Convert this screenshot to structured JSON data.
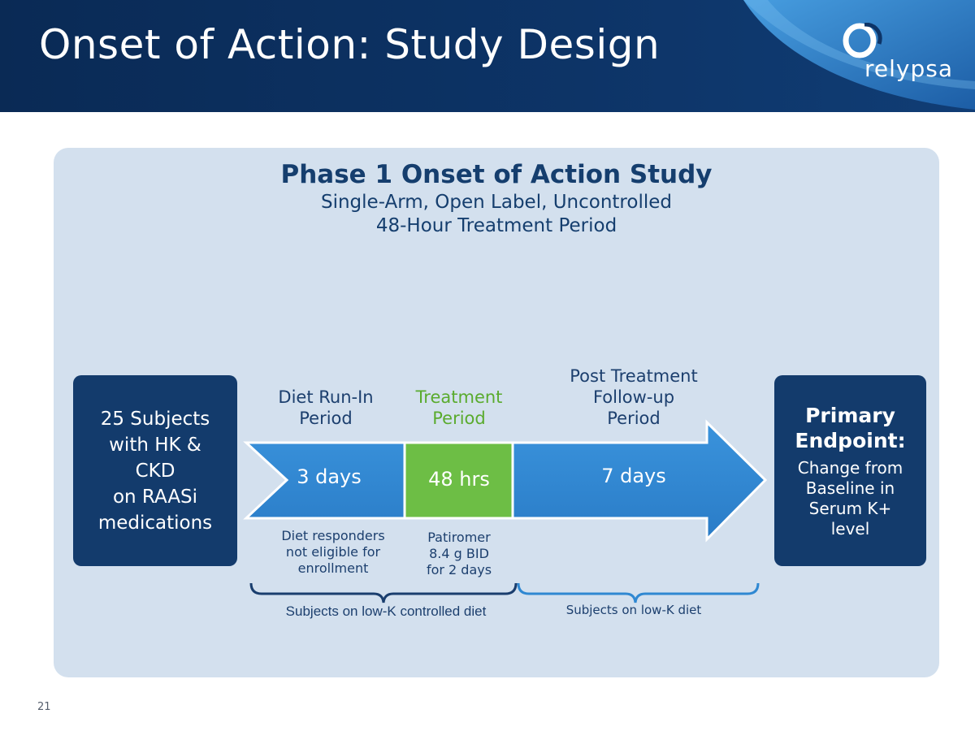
{
  "header": {
    "title": "Onset of Action: Study Design",
    "logo_text": "relypsa"
  },
  "study": {
    "title": "Phase 1 Onset of Action Study",
    "subtitle_line1": "Single-Arm, Open Label, Uncontrolled",
    "subtitle_line2": "48-Hour Treatment Period"
  },
  "subjects_box": {
    "line1": "25 Subjects",
    "line2": "with HK &",
    "line3": "CKD",
    "line4": "on RAASi",
    "line5": "medications"
  },
  "endpoint_box": {
    "title_line1": "Primary",
    "title_line2": "Endpoint:",
    "body_line1": "Change from",
    "body_line2": "Baseline in",
    "body_line3": "Serum K+",
    "body_line4": "level"
  },
  "periods": [
    {
      "label_line1": "Diet Run-In",
      "label_line2": "Period",
      "duration": "3 days",
      "note_line1": "Diet responders",
      "note_line2": "not eligible for",
      "note_line3": "enrollment"
    },
    {
      "label_line1": "Treatment",
      "label_line2": "Period",
      "duration": "48 hrs",
      "note_line1": "Patiromer",
      "note_line2": "8.4 g BID",
      "note_line3": "for 2 days"
    },
    {
      "label_line1": "Post Treatment",
      "label_line2": "Follow-up",
      "label_line3": "Period",
      "duration": "7 days"
    }
  ],
  "brackets": {
    "controlled_diet": "Subjects on low-K controlled diet",
    "low_k_diet": "Subjects on low-K diet"
  },
  "slide_number": "21",
  "colors": {
    "header_navy": "#0d3467",
    "panel": "#d3e0ee",
    "box_navy": "#133b6c",
    "arrow_blue": "#2f88d2",
    "treatment_green": "#6dbe45",
    "green_text": "#5aab2e",
    "text_navy": "#153e6e"
  }
}
